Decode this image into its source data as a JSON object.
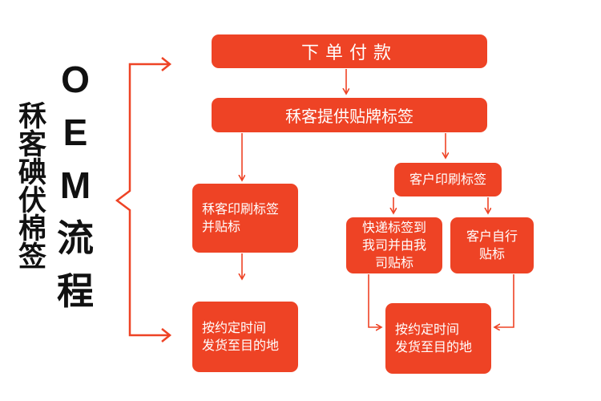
{
  "side_title": "秝客碘伏棉签",
  "oem_title": {
    "line1": "O",
    "line2": "E",
    "line3": "M",
    "line4": "流",
    "line5": "程"
  },
  "nodes": {
    "order_payment": "下单付款",
    "customer_provides_label": "秝客提供贴牌标签",
    "customer_prints_label": "客户印刷标签",
    "our_print_and_attach": "秝客印刷标签\n并贴标",
    "express_label_to_us": "快递标签到\n我司并由我\n司贴标",
    "customer_self_attach": "客户自行\n贴标",
    "ship_on_time_left": "按约定时间\n发货至目的地",
    "ship_on_time_right": "按约定时间\n发货至目的地"
  },
  "colors": {
    "box": "#ee4325",
    "arrow": "#ee4325",
    "text": "#111111"
  }
}
